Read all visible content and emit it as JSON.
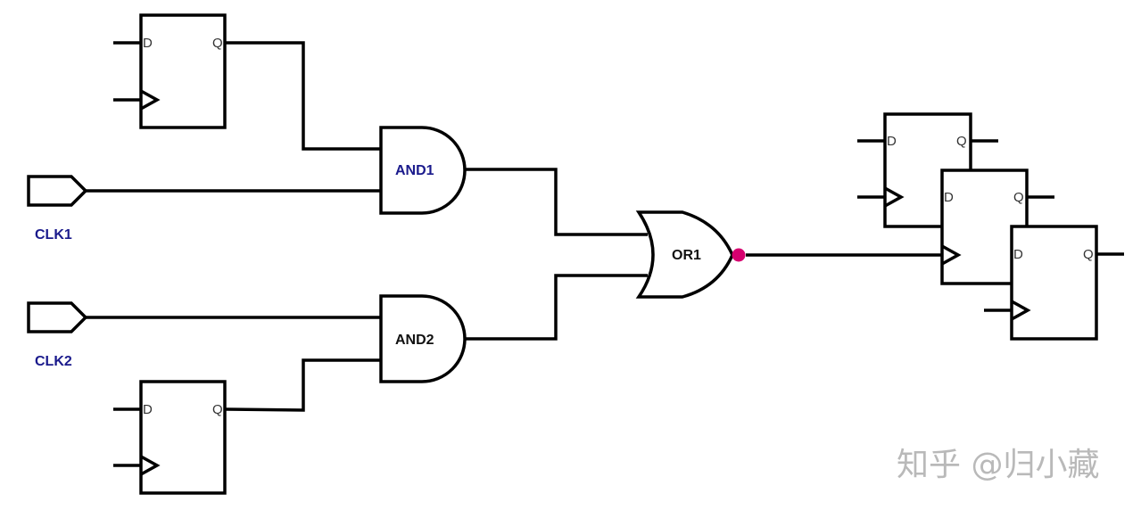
{
  "clock_ports": [
    {
      "label": "CLK1"
    },
    {
      "label": "CLK2"
    }
  ],
  "gates": {
    "and1": {
      "label": "AND1"
    },
    "and2": {
      "label": "AND2"
    },
    "or1": {
      "label": "OR1"
    }
  },
  "flip_flops": {
    "d_pin_label": "D",
    "q_pin_label": "Q"
  },
  "watermark": "知乎 @归小藏",
  "colors": {
    "label_blue": "#1a1a8c",
    "inversion_bubble": "#d6006f"
  }
}
